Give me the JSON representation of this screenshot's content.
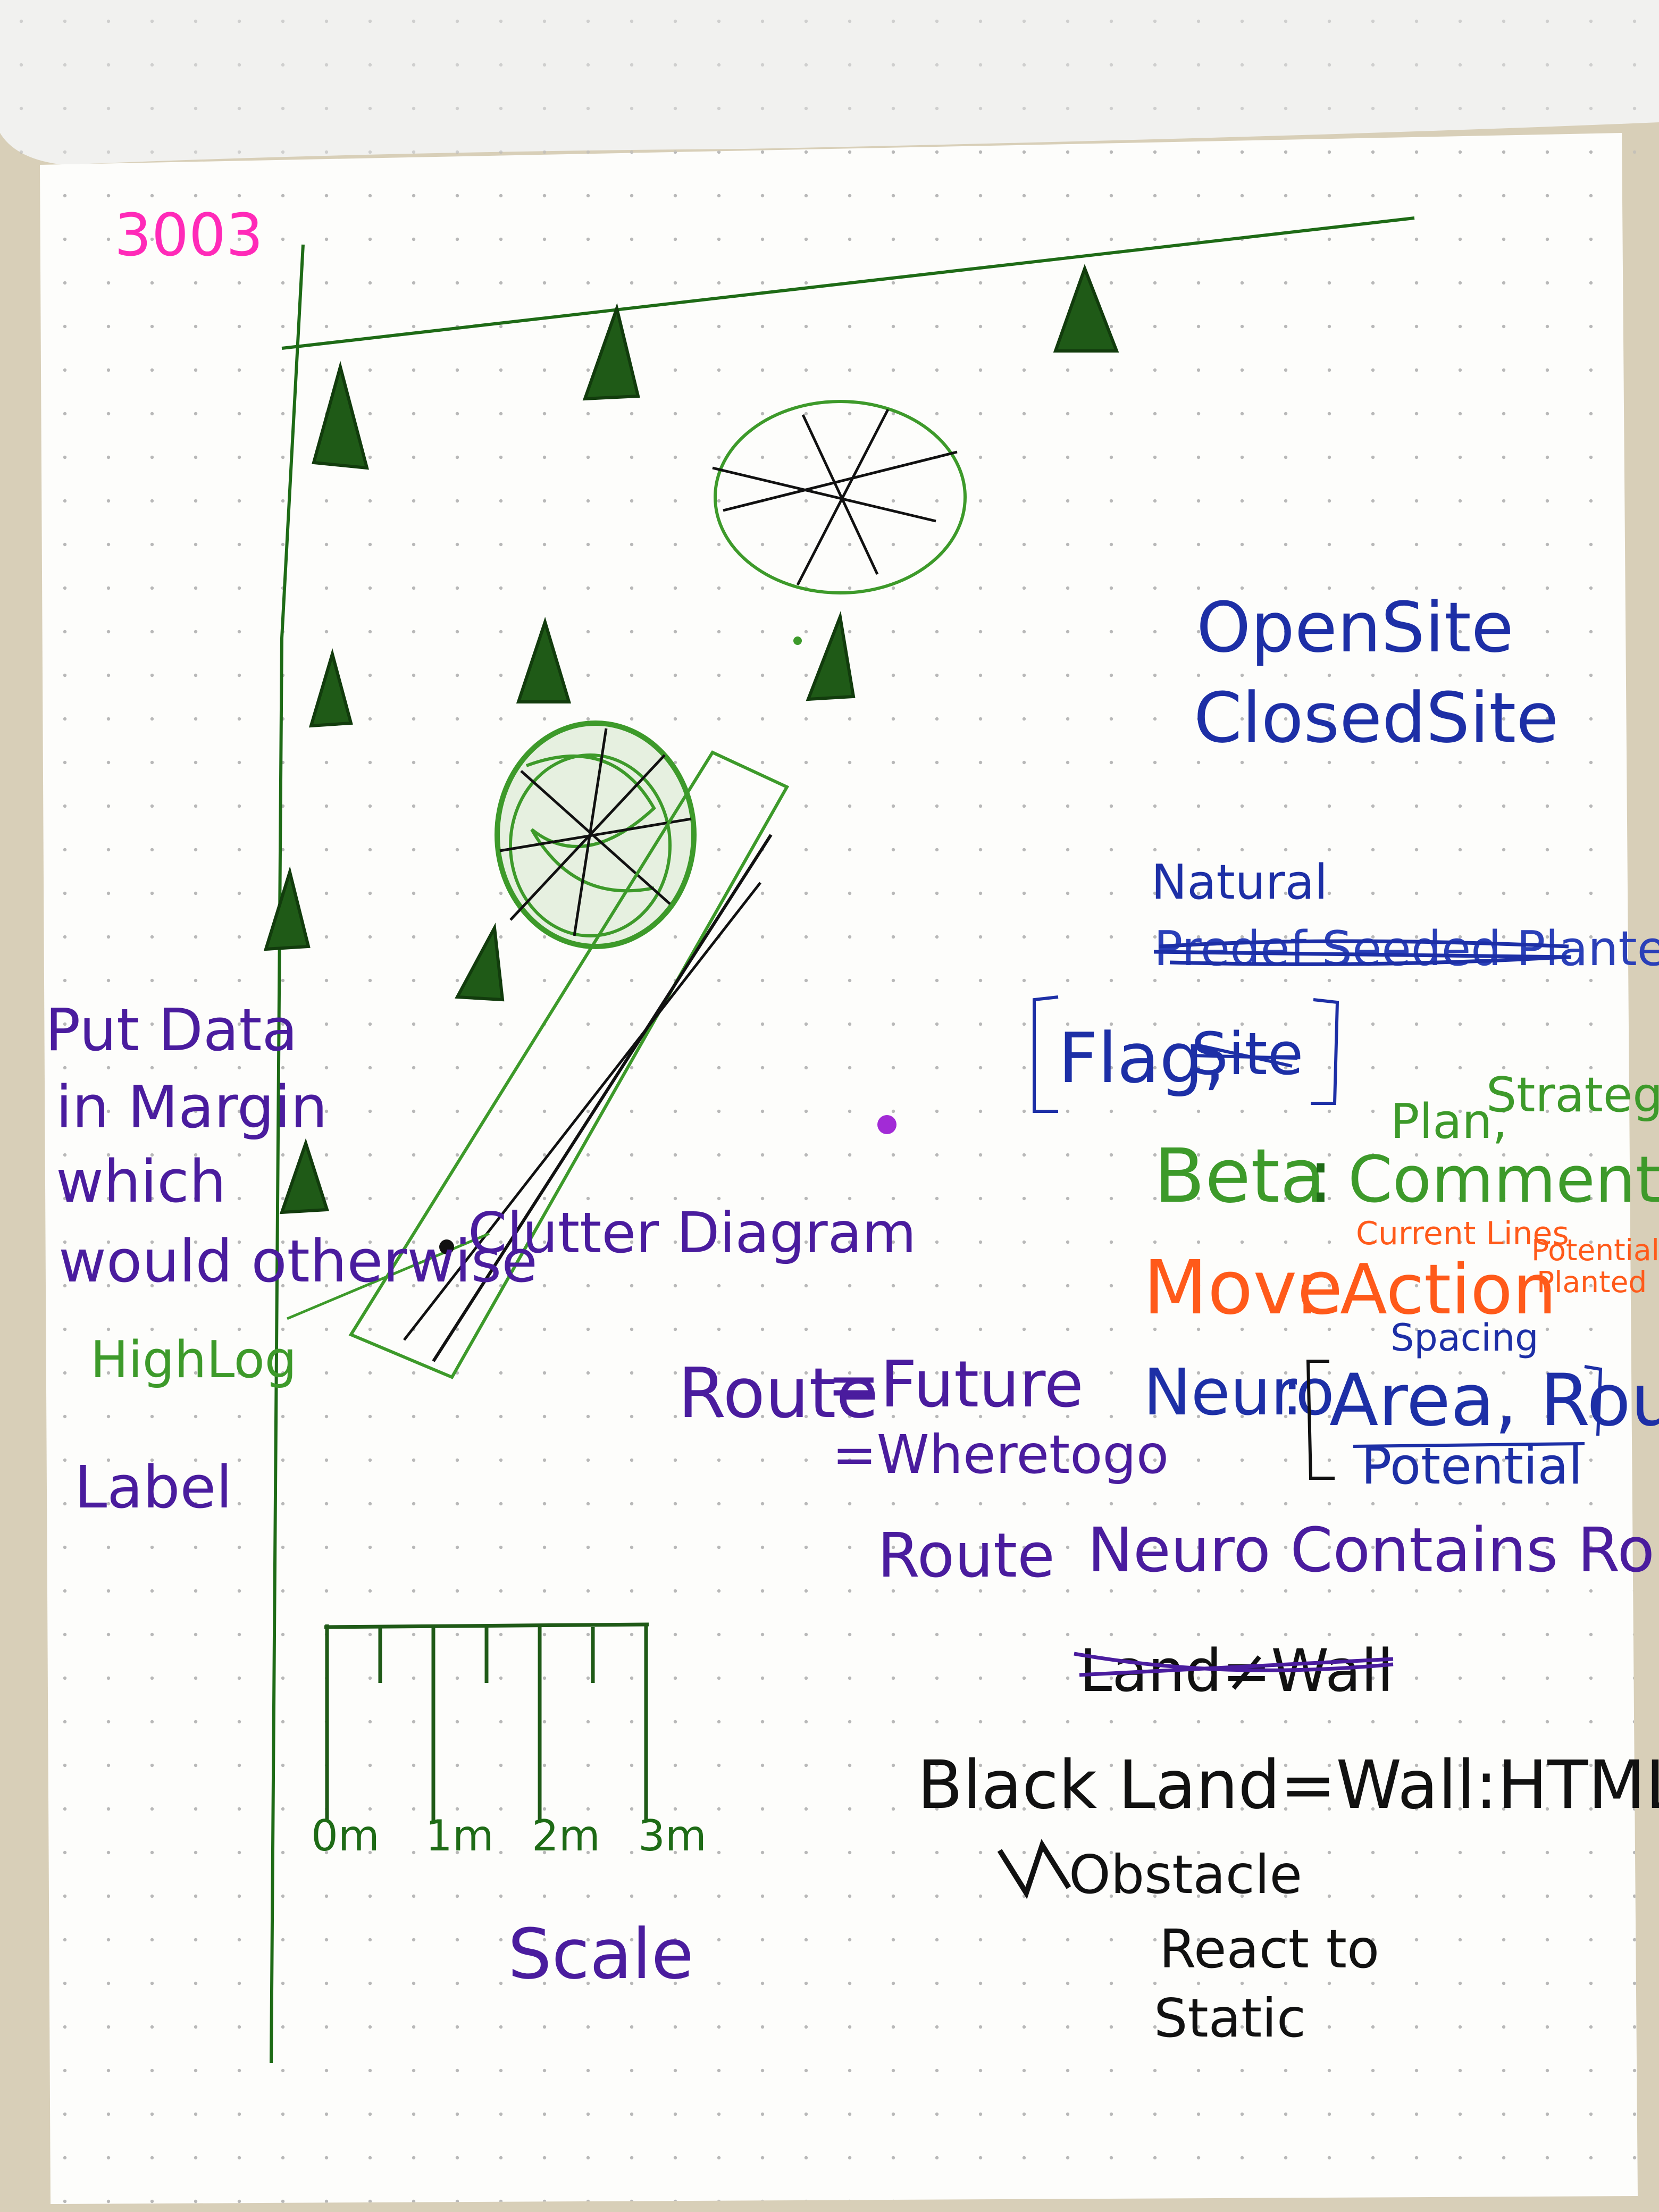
{
  "page_number": "3003",
  "site_labels": [
    "OpenSite",
    "ClosedSite"
  ],
  "natural": {
    "label": "Natural",
    "crossed_out": "Predef Seeded Planted"
  },
  "flag_box": {
    "flag": "Flag,",
    "crossed_out": "Site"
  },
  "beta": {
    "label": "Beta",
    "value": "Comment",
    "above": [
      "Plan,",
      "Strategy"
    ]
  },
  "move": {
    "label": "Move",
    "value": "Action",
    "notes": [
      "Current Lines",
      "Potential",
      "Planted"
    ]
  },
  "neuro": {
    "label": "Neuro",
    "spacing": "Spacing",
    "value": "Area, Route",
    "potential": "Potential"
  },
  "margin_note": [
    "Put Data",
    "in Margin",
    "which",
    "would otherwise"
  ],
  "clutter": "Clutter Diagram",
  "high_log": "HighLog",
  "label_word": "Label",
  "route_definition": {
    "lhs": "Route",
    "rhs": [
      "=Future",
      "=Wheretogo"
    ]
  },
  "route_neuro": {
    "route": "Route",
    "neuro": "Neuro Contains Route"
  },
  "land_crossed": "Land≠Wall",
  "black_land": "Black Land=Wall:HTML",
  "obstacle": "Obstacle",
  "react_to": "React to",
  "static": "Static",
  "scale": {
    "ticks": [
      "0m",
      "1m",
      "2m",
      "3m"
    ],
    "label": "Scale"
  },
  "colors": {
    "paper": "#fdfdfb",
    "background": "#d8cfb8",
    "green": "#1e6b16",
    "tree": "#1f5a17",
    "lightgreen": "#3d9a2a",
    "blue": "#1d2fa6",
    "purple": "#4a1c9e",
    "orange": "#ff5a1a",
    "magenta": "#ff2ab8",
    "black": "#111111"
  }
}
